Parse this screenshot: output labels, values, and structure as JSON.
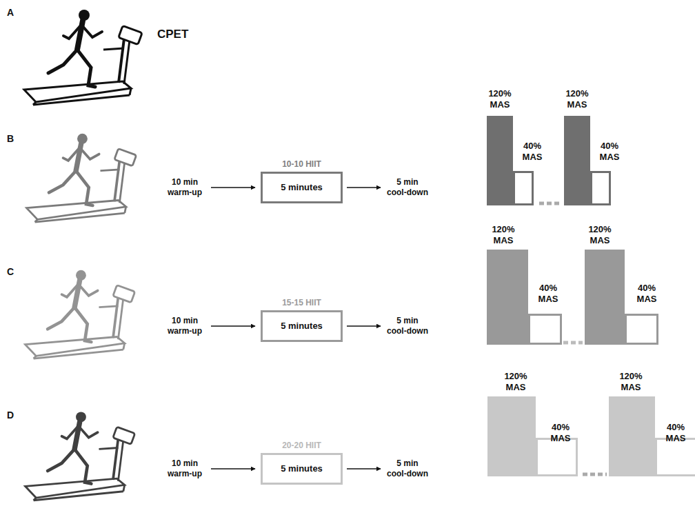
{
  "diagram": {
    "nodes": [
      {
        "text": [
          "10 min warm-up"
        ]
      },
      {
        "text": [
          "10-10 HIIT",
          "5 minutes"
        ]
      },
      {
        "text": [
          "5 min cool-down"
        ]
      },
      {
        "text": [
          "10 min warm-up"
        ]
      },
      {
        "text": [
          "15-15 HIIT",
          "5 minutes"
        ]
      },
      {
        "text": [
          "5 min cool-down"
        ]
      },
      {
        "text": [
          "10 min warm-up"
        ]
      },
      {
        "text": [
          "20-20 HIIT",
          "5 minutes"
        ]
      },
      {
        "text": [
          "5 min cool-down"
        ]
      }
    ],
    "edges": [
      {
        "from": 0,
        "to": 1,
        "arrow": "to"
      },
      {
        "from": 1,
        "to": 2,
        "arrow": "to"
      },
      {
        "from": 3,
        "to": 4,
        "arrow": "to"
      },
      {
        "from": 4,
        "to": 5,
        "arrow": "to"
      },
      {
        "from": 6,
        "to": 7,
        "arrow": "to"
      },
      {
        "from": 7,
        "to": 8,
        "arrow": "to"
      }
    ],
    "labels": [
      "A",
      "CPET",
      "B",
      "120% MAS",
      "40% MAS",
      "120% MAS",
      "40% MAS",
      "C",
      "120% MAS",
      "40% MAS",
      "120% MAS",
      "40% MAS",
      "D",
      "120% MAS",
      "40% MAS",
      "120% MAS",
      "40% MAS"
    ]
  }
}
